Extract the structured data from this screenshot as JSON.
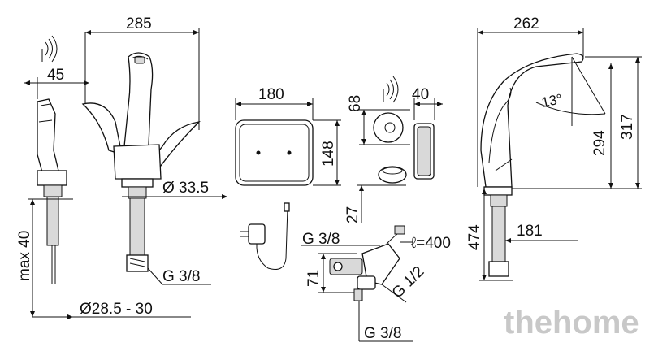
{
  "dimensions": {
    "faucet_height": "285",
    "sensor_offset": "45",
    "max_40": "max 40",
    "diameter_33_5": "Ø 33.5",
    "diameter_hole": "Ø28.5 - 30",
    "thread_left": "G 3/8",
    "panel_width": "180",
    "panel_height": "148",
    "panel_27": "27",
    "cap_68": "68",
    "cap_40": "40",
    "valve_thread_top": "G 3/8",
    "valve_length": "ℓ=400",
    "valve_71": "71",
    "valve_thread_half": "G 1/2",
    "valve_thread_bottom": "G 3/8",
    "side_width": "262",
    "side_angle": "13°",
    "side_294": "294",
    "side_317": "317",
    "side_474": "474",
    "side_181": "181"
  },
  "watermark": "thehome"
}
